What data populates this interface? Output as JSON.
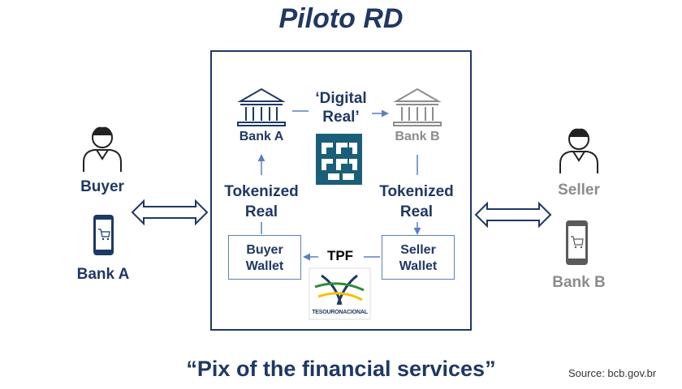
{
  "title": "Piloto RD",
  "left_party": {
    "role": "Buyer",
    "bank": "Bank A"
  },
  "right_party": {
    "role": "Seller",
    "bank": "Bank B"
  },
  "center": {
    "bank_a": "Bank A",
    "bank_b": "Bank B",
    "digital_real_line1": "‘Digital",
    "digital_real_line2": "Real’",
    "tokenized_left_line1": "Tokenized",
    "tokenized_left_line2": "Real",
    "tokenized_right_line1": "Tokenized",
    "tokenized_right_line2": "Real",
    "buyer_wallet_line1": "Buyer",
    "buyer_wallet_line2": "Wallet",
    "seller_wallet_line1": "Seller",
    "seller_wallet_line2": "Wallet",
    "tpf": "TPF",
    "tesouro_logo_text": "TESOURONACIONAL"
  },
  "footer": {
    "quote": "“Pix of the financial services”",
    "source": "Source: bcb.gov.br"
  },
  "colors": {
    "navy": "#1f3864",
    "grey": "#8c8c8c",
    "arrow": "#5b7fbf",
    "bcb_logo": "#1b5e7a"
  },
  "icons": [
    "bank-icon",
    "person-icon",
    "smartphone-cart-icon",
    "double-arrow-icon",
    "bcb-logo-icon",
    "tesouro-logo-icon"
  ]
}
